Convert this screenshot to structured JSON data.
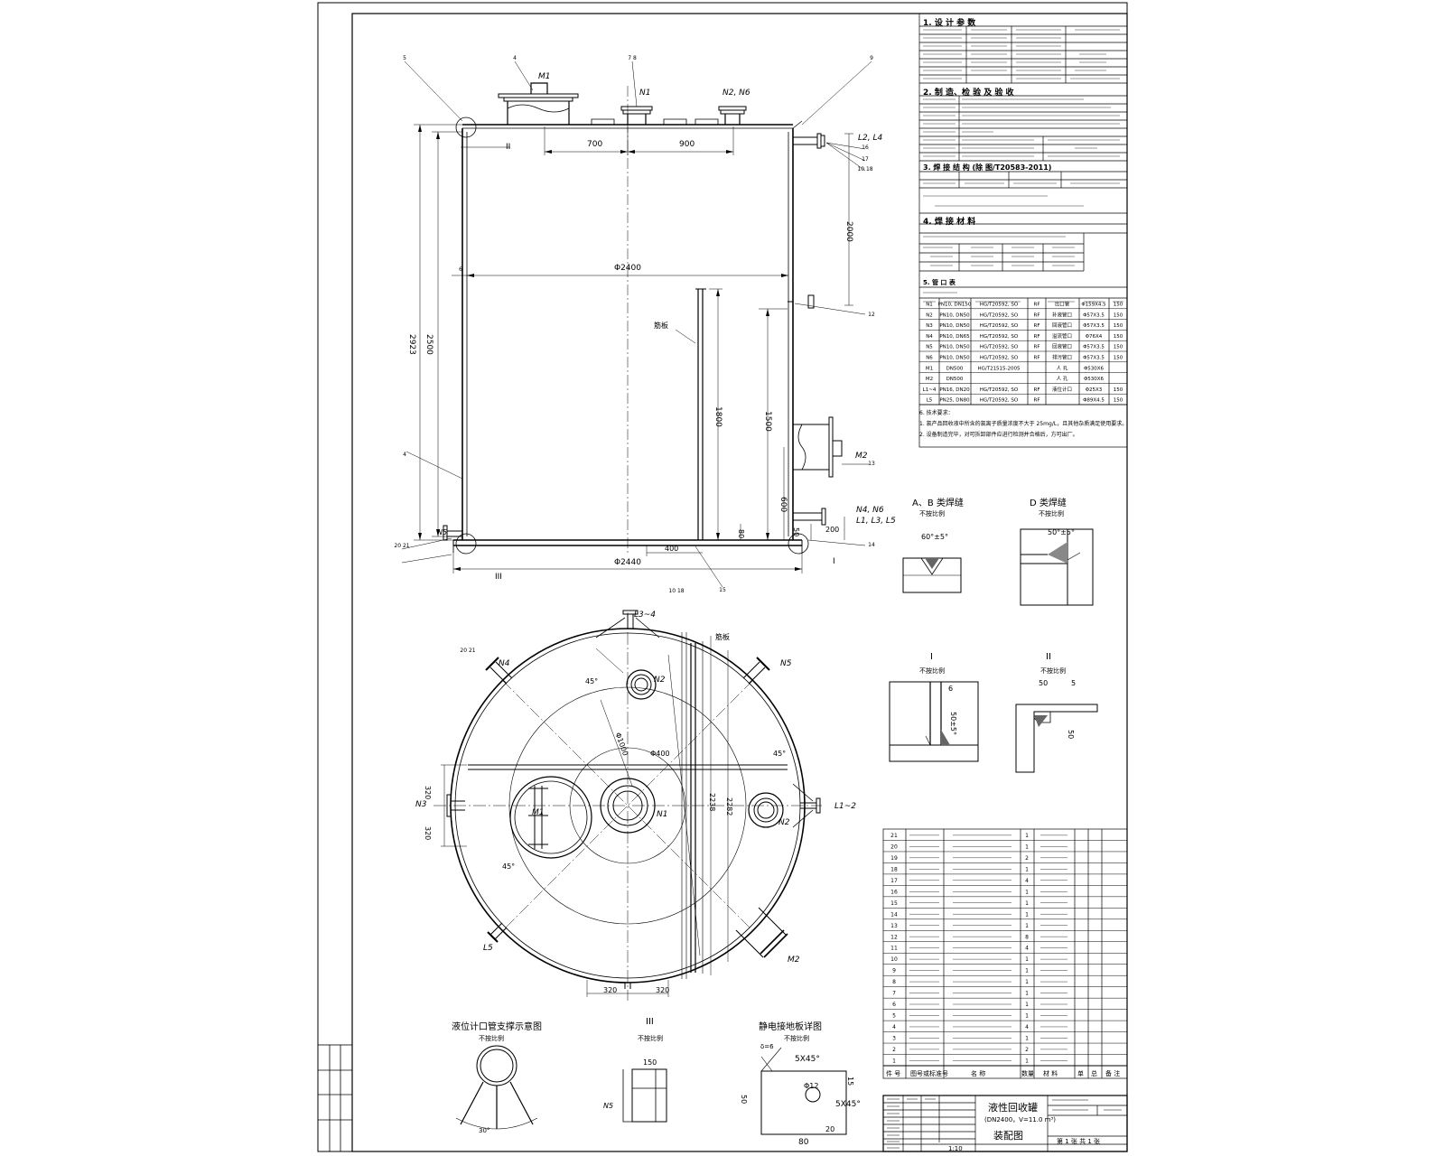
{
  "design_table": {
    "section1_title": "1. 设 计 参 数",
    "section2_title": "2. 制 造、检 验 及 验 收",
    "section3_title": "3. 焊 接 结 构 (除 图/T20583-2011)",
    "section4_title": "4. 焊 接 材 料",
    "nozzle_title": "5. 管 口 表",
    "nozzle_rows": [
      [
        "N1",
        "PN10, DN150",
        "HG/T20592, SO",
        "RF",
        "出口管",
        "Φ159X4.5",
        "150"
      ],
      [
        "N2",
        "PN10, DN50",
        "HG/T20592, SO",
        "RF",
        "补液管口",
        "Φ57X3.5",
        "150"
      ],
      [
        "N3",
        "PN10, DN50",
        "HG/T20592, SO",
        "RF",
        "回液管口",
        "Φ57X3.5",
        "150"
      ],
      [
        "N4",
        "PN10, DN65",
        "HG/T20592, SO",
        "RF",
        "溢流管口",
        "Φ76X4",
        "150"
      ],
      [
        "N5",
        "PN10, DN50",
        "HG/T20592, SO",
        "RF",
        "回液管口",
        "Φ57X3.5",
        "150"
      ],
      [
        "N6",
        "PN10, DN50",
        "HG/T20592, SO",
        "RF",
        "排污管口",
        "Φ57X3.5",
        "150"
      ],
      [
        "M1",
        "DN500",
        "HG/T21515-2005",
        "",
        "人 孔",
        "Φ530X6",
        ""
      ],
      [
        "M2",
        "DN500",
        "",
        "",
        "人 孔",
        "Φ530X6",
        ""
      ],
      [
        "L1~4",
        "PN16, DN20",
        "HG/T20592, SO",
        "RF",
        "液位计口",
        "Φ25X3",
        "150"
      ],
      [
        "L5",
        "PN25, DN80",
        "HG/T20592, SO",
        "RF",
        "",
        "Φ89X4.5",
        "150"
      ]
    ],
    "notes_title": "6. 技术要求：",
    "note1": "1. 氯产品回收液中所含的氯离子质量浓度不大于 25mg/L，且其他杂质满足使用要求。",
    "note2": "2. 设备制造完毕，对可拆卸部件应进行检测并合格后，方可出厂。"
  },
  "front_view": {
    "balloons": [
      "5",
      "4",
      "7 8",
      "9",
      "6",
      "12",
      "4",
      "13",
      "14",
      "15",
      "16",
      "17",
      "10 18",
      "20 21"
    ],
    "labels": {
      "m1": "M1",
      "n1": "N1",
      "n2n6": "N2, N6",
      "l2l4": "L2, L4",
      "m2": "M2",
      "n4n6": "N4, N6",
      "l135": "L1, L3, L5",
      "n5": "N5",
      "jiaoban": "筋板",
      "roman2": "II",
      "roman1": "I",
      "roman3": "III"
    },
    "dims": {
      "d700": "700",
      "d900": "900",
      "d2400": "Φ2400",
      "d2440": "Φ2440",
      "d2500": "2500",
      "d2923": "2923",
      "d1800": "1800",
      "d1500": "1500",
      "d600": "600",
      "d400": "400",
      "d200": "200",
      "d50": "50",
      "d80": "80",
      "d2000": "2000"
    }
  },
  "top_view": {
    "labels": {
      "l34": "L3~4",
      "l12": "L1~2",
      "n4": "N4",
      "n5": "N5",
      "n2a": "N2",
      "n2b": "N2",
      "n3": "N3",
      "n1": "N1",
      "m1": "M1",
      "m2": "M2",
      "l5": "L5",
      "jiaoban": "筋板"
    },
    "dims": {
      "d320a": "320",
      "d320b": "320",
      "d320c": "320",
      "d320d": "320",
      "d2238": "2238",
      "d2282": "2282",
      "a45a": "45°",
      "a45b": "45°",
      "a45c": "45°",
      "d1000": "Φ1000",
      "d400": "Φ400"
    }
  },
  "details": {
    "ab_title": "A、B 类焊缝",
    "ab_scale": "不按比例",
    "ab_angle": "60°±5°",
    "d_title": "D 类焊缝",
    "d_scale": "不按比例",
    "d_angle": "50°±5°",
    "i_title": "I",
    "i_scale": "不按比例",
    "i_dim6": "6",
    "i_angle": "50±5°",
    "ii_title": "II",
    "ii_scale": "不按比例",
    "ii_dim50": "50",
    "ii_dim5": "5",
    "ii_dim50b": "50",
    "level_title": "液位计口管支撑示意图",
    "level_scale": "不按比例",
    "level_angle": "30°",
    "iii_title": "III",
    "iii_scale": "不按比例",
    "iii_dim150": "150",
    "iii_n5": "N5",
    "ground_title": "静电接地板详图",
    "ground_scale": "不按比例",
    "g_d6": "δ=6",
    "g_5x45a": "5X45°",
    "g_5x45b": "5X45°",
    "g_d12": "Φ12",
    "g_50": "50",
    "g_80": "80",
    "g_20": "20",
    "g_15": "15"
  },
  "parts_list": {
    "header": [
      "件 号",
      "图号或标准号",
      "名 称",
      "数量",
      "材 料",
      "单",
      "总",
      "备 注"
    ],
    "rows": [
      [
        "21",
        "",
        "",
        "1",
        "",
        "",
        "",
        ""
      ],
      [
        "20",
        "",
        "",
        "1",
        "",
        "",
        "",
        ""
      ],
      [
        "19",
        "",
        "",
        "2",
        "",
        "",
        "",
        ""
      ],
      [
        "18",
        "",
        "",
        "1",
        "",
        "",
        "",
        ""
      ],
      [
        "17",
        "",
        "",
        "4",
        "",
        "",
        "",
        ""
      ],
      [
        "16",
        "",
        "",
        "1",
        "",
        "",
        "",
        ""
      ],
      [
        "15",
        "",
        "",
        "1",
        "",
        "",
        "",
        ""
      ],
      [
        "14",
        "",
        "",
        "1",
        "",
        "",
        "",
        ""
      ],
      [
        "13",
        "",
        "",
        "1",
        "",
        "",
        "",
        ""
      ],
      [
        "12",
        "",
        "",
        "8",
        "",
        "",
        "",
        ""
      ],
      [
        "11",
        "",
        "",
        "4",
        "",
        "",
        "",
        ""
      ],
      [
        "10",
        "",
        "",
        "1",
        "",
        "",
        "",
        ""
      ],
      [
        "9",
        "",
        "",
        "1",
        "",
        "",
        "",
        ""
      ],
      [
        "8",
        "",
        "",
        "1",
        "",
        "",
        "",
        ""
      ],
      [
        "7",
        "",
        "",
        "1",
        "",
        "",
        "",
        ""
      ],
      [
        "6",
        "",
        "",
        "1",
        "",
        "",
        "",
        ""
      ],
      [
        "5",
        "",
        "",
        "1",
        "",
        "",
        "",
        ""
      ],
      [
        "4",
        "",
        "",
        "4",
        "",
        "",
        "",
        ""
      ],
      [
        "3",
        "",
        "",
        "1",
        "",
        "",
        "",
        ""
      ],
      [
        "2",
        "",
        "",
        "2",
        "",
        "",
        "",
        ""
      ],
      [
        "1",
        "",
        "",
        "1",
        "",
        "",
        "",
        ""
      ]
    ]
  },
  "title_block": {
    "drawing_name": "液性回收罐",
    "drawing_sub": "(DN2400，V=11.0 m³)",
    "drawing_type": "装配图",
    "sheet_info": "第 1 张   共 1 张",
    "scale": "1:10"
  }
}
